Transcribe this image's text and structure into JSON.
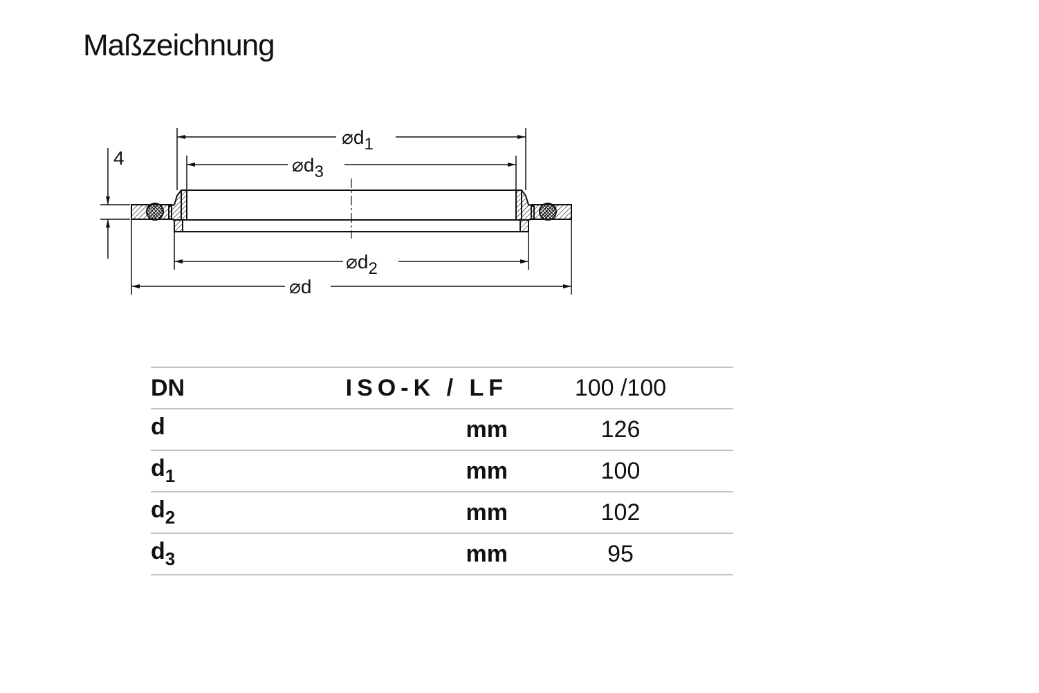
{
  "title": "Maßzeichnung",
  "drawing": {
    "dim_height": "4",
    "dim_d1": {
      "prefix": "⌀d",
      "sub": "1"
    },
    "dim_d3": {
      "prefix": "⌀d",
      "sub": "3"
    },
    "dim_d2": {
      "prefix": "⌀d",
      "sub": "2"
    },
    "dim_d": {
      "prefix": "⌀d",
      "sub": ""
    }
  },
  "table": {
    "header": {
      "symbol": "DN",
      "unit": "ISO-K / LF",
      "value": "100 /100"
    },
    "rows": [
      {
        "symbol": "d",
        "sub": "",
        "unit": "mm",
        "value": "126"
      },
      {
        "symbol": "d",
        "sub": "1",
        "unit": "mm",
        "value": "100"
      },
      {
        "symbol": "d",
        "sub": "2",
        "unit": "mm",
        "value": "102"
      },
      {
        "symbol": "d",
        "sub": "3",
        "unit": "mm",
        "value": "95"
      }
    ]
  }
}
